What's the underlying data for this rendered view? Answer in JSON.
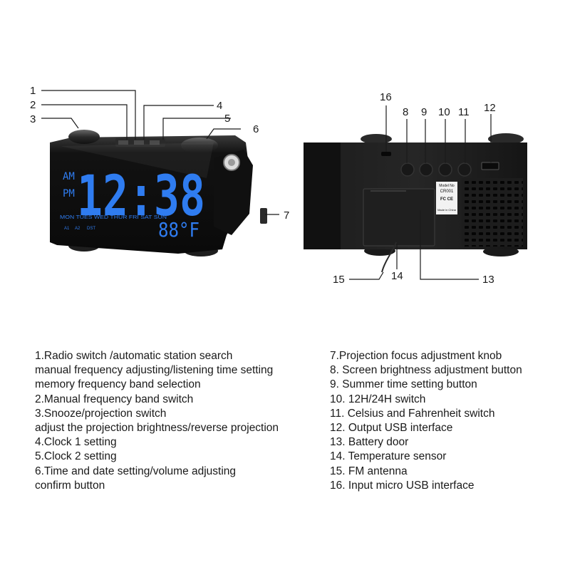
{
  "front_labels": [
    "1",
    "2",
    "3",
    "4",
    "5",
    "6",
    "7"
  ],
  "back_labels": [
    "16",
    "8",
    "9",
    "10",
    "11",
    "12",
    "15",
    "14",
    "13"
  ],
  "display": {
    "am": "AM",
    "pm": "PM",
    "time": "12:38",
    "temperature": "88°F",
    "weekdays": "MON TUES WED THUR FRI SAT SUN",
    "indicators": [
      "A1",
      "A2",
      "DST"
    ]
  },
  "back_panel": {
    "model_label": "Model No",
    "model_number": "CR001",
    "cert_marks": "FC CE",
    "made_in": "Made in China"
  },
  "colors": {
    "lcd_blue": "#2f7cf0",
    "callout": "#1a1a1a",
    "device": "#141414"
  },
  "descriptions_left": [
    "1.Radio switch /automatic station search",
    "manual frequency adjusting/listening time setting",
    "memory frequency band selection",
    "2.Manual frequency band switch",
    "3.Snooze/projection switch",
    "adjust the projection brightness/reverse projection",
    "4.Clock 1 setting",
    "5.Clock 2 setting",
    "6.Time and date setting/volume adjusting",
    "confirm button"
  ],
  "descriptions_right": [
    "7.Projection focus adjustment knob",
    "8. Screen brightness adjustment button",
    "9. Summer time setting button",
    "10. 12H/24H switch",
    "11. Celsius and Fahrenheit switch",
    "12. Output USB interface",
    "13. Battery door",
    "14. Temperature sensor",
    "15. FM antenna",
    "16. Input micro USB interface"
  ]
}
